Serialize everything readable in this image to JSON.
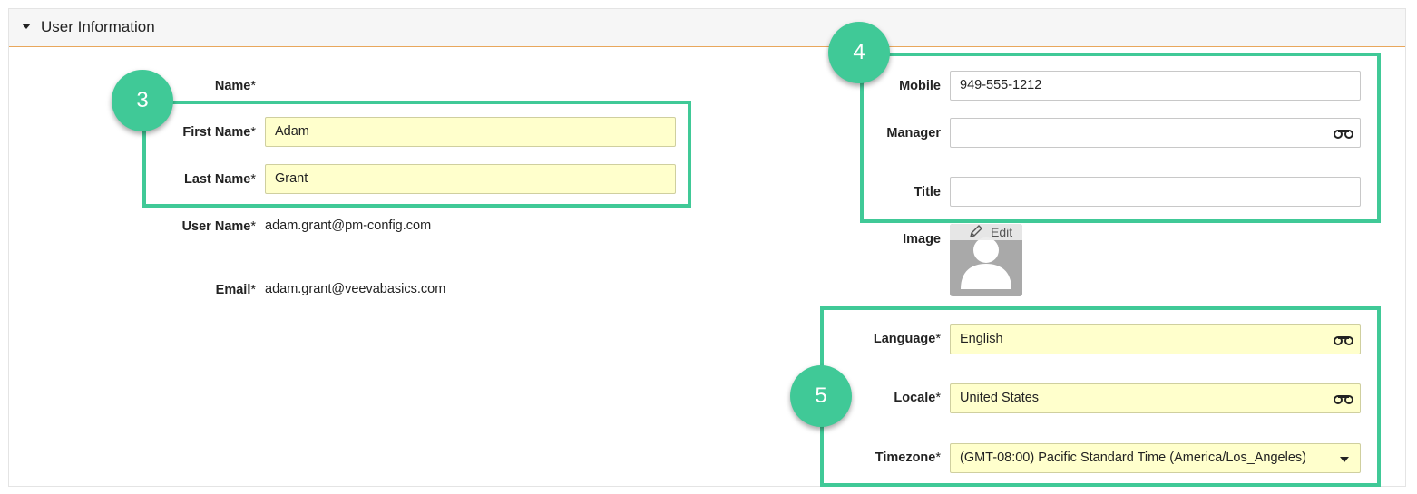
{
  "panel": {
    "title": "User Information"
  },
  "left": {
    "name_label": "Name",
    "first_name": {
      "label": "First Name",
      "value": "Adam"
    },
    "last_name": {
      "label": "Last Name",
      "value": "Grant"
    },
    "user_name": {
      "label": "User Name",
      "value": "adam.grant@pm-config.com"
    },
    "email": {
      "label": "Email",
      "value": "adam.grant@veevabasics.com"
    }
  },
  "right": {
    "mobile": {
      "label": "Mobile",
      "value": "949-555-1212"
    },
    "manager": {
      "label": "Manager",
      "value": ""
    },
    "title": {
      "label": "Title",
      "value": ""
    },
    "image": {
      "label": "Image",
      "edit_label": "Edit"
    },
    "language": {
      "label": "Language",
      "value": "English"
    },
    "locale": {
      "label": "Locale",
      "value": "United States"
    },
    "timezone": {
      "label": "Timezone",
      "value": "(GMT-08:00) Pacific Standard Time (America/Los_Angeles)"
    }
  },
  "required_marker": "*",
  "callouts": [
    "3",
    "4",
    "5"
  ],
  "colors": {
    "callout": "#40c997",
    "required_field_bg": "#ffffcc",
    "header_underline": "#e8a75c"
  },
  "icons": {
    "lookup": "binoculars-icon",
    "dropdown": "chevron-down-icon",
    "edit": "pencil-icon",
    "avatar": "user-silhouette-icon"
  }
}
